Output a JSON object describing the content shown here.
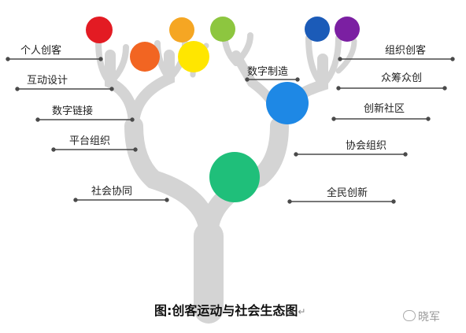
{
  "labels_left": [
    "个人创客",
    "互动设计",
    "数字链接",
    "平台组织",
    "社会协同"
  ],
  "labels_right": [
    "组织创客",
    "众筹众创",
    "创新社区",
    "协会组织",
    "全民创新"
  ],
  "label_top": "数字制造",
  "caption": "图:创客运动与社会生态图",
  "caption_mark": "↵",
  "watermark": "晓军",
  "colors": {
    "tree": "#d4d4d4",
    "connector": "#4a4a4a",
    "red": "#e31b23",
    "orange_top": "#f5a623",
    "olive": "#8dc63f",
    "orange": "#f26522",
    "yellow": "#ffe600",
    "blue_dark": "#1b5bb8",
    "purple": "#7b1fa2",
    "blue": "#1e88e5",
    "green": "#1fbf7a"
  }
}
